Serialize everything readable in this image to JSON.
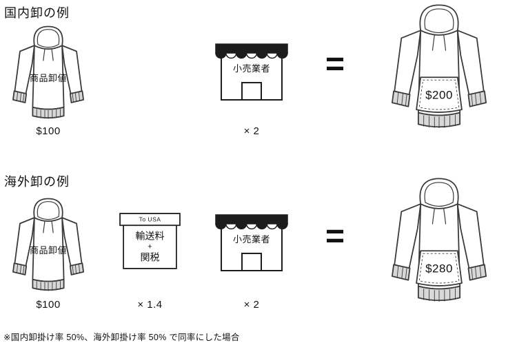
{
  "colors": {
    "ink": "#3a3a3a",
    "awning_black": "#1c1c1c",
    "rib_gray": "#d8d8d8"
  },
  "footnote": "※国内卸掛け率 50%、海外卸掛け率 50% で同率にした場合",
  "domestic": {
    "title": "国内卸の例",
    "hoodie_label": "商品卸値",
    "hoodie_price": "$100",
    "store_label": "小売業者",
    "store_multiplier": "× 2",
    "equals": "=",
    "result_price": "$200"
  },
  "overseas": {
    "title": "海外卸の例",
    "hoodie_label": "商品卸値",
    "hoodie_price": "$100",
    "box_label_top": "To USA",
    "box_line1": "輸送料",
    "box_line2": "+",
    "box_line3": "関税",
    "box_multiplier": "× 1.4",
    "store_label": "小売業者",
    "store_multiplier": "× 2",
    "equals": "=",
    "result_price": "$280"
  }
}
